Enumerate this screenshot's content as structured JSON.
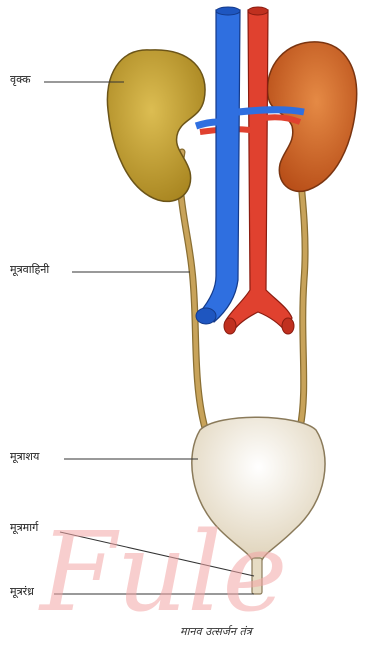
{
  "labels": {
    "kidney": "वृक्क",
    "ureter": "मूत्रवाहिनी",
    "bladder": "मूत्राशय",
    "urethra": "मूत्रमार्ग",
    "urethral_opening": "मूत्ररंध्र"
  },
  "caption": "मानव उत्सर्जन तंत्र",
  "watermark": "Fule",
  "colors": {
    "vena_cava": "#2f6fe0",
    "aorta": "#e0412f",
    "left_kidney": "#c9a63a",
    "right_kidney": "#d86a2a",
    "ureter": "#c8a35a",
    "bladder": "#efe7d6",
    "watermark": "#f2a5a5"
  }
}
